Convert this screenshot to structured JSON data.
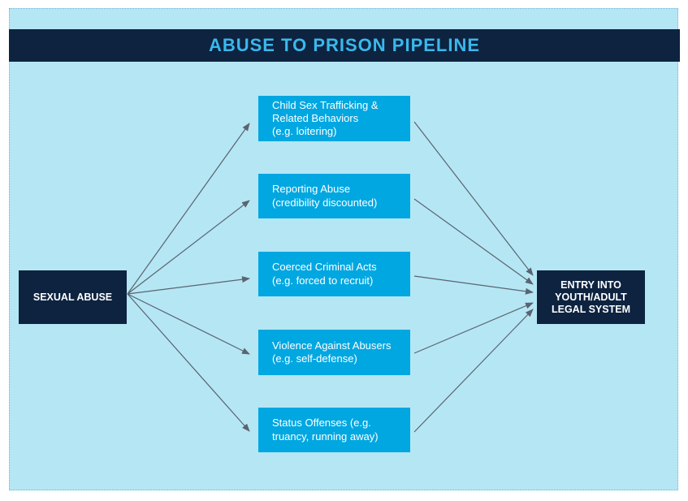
{
  "title": "ABUSE TO PRISON PIPELINE",
  "source_node": {
    "label": "SEXUAL ABUSE"
  },
  "target_node": {
    "lines": [
      "ENTRY INTO",
      "YOUTH/ADULT",
      "LEGAL SYSTEM"
    ]
  },
  "middle_nodes": [
    {
      "lines": [
        "Child Sex Trafficking &",
        "Related Behaviors",
        "(e.g. loitering)"
      ]
    },
    {
      "lines": [
        "Reporting Abuse",
        "(credibility discounted)"
      ]
    },
    {
      "lines": [
        "Coerced Criminal Acts",
        "(e.g. forced to recruit)"
      ]
    },
    {
      "lines": [
        "Violence Against Abusers",
        "(e.g. self-defense)"
      ]
    },
    {
      "lines": [
        "Status Offenses (e.g.",
        "truancy, running away)"
      ]
    }
  ],
  "colors": {
    "background": "#b5e6f4",
    "dark_navy": "#0d2340",
    "middle_blue": "#00a7e1",
    "title_text": "#3ab8ec",
    "arrow": "#5a6470"
  }
}
